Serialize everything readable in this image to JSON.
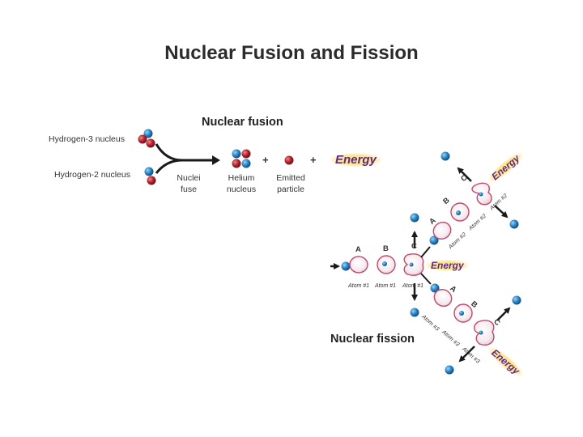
{
  "title": "Nuclear Fusion and Fission",
  "fusion": {
    "title": "Nuclear fusion",
    "hydrogen3": "Hydrogen-3 nucleus",
    "hydrogen2": "Hydrogen-2 nucleus",
    "nuclei_fuse": "Nuclei fuse",
    "helium_nucleus": "Helium nucleus",
    "emitted_particle": "Emitted particle",
    "plus": "+",
    "energy": "Energy"
  },
  "fission": {
    "title": "Nuclear fission",
    "energy": "Energy",
    "stage_a": "A",
    "stage_b": "B",
    "stage_c": "C",
    "atom1": "Atom #1",
    "atom2": "Atom #2",
    "atom3": "Atom #3"
  },
  "colors": {
    "neutron": "#2a86c8",
    "proton": "#b8232e",
    "nucleus_outline": "#c24a6a",
    "nucleus_fill": "#f6eef2",
    "arrow": "#1a1a1a",
    "energy_text": "#5a2a86",
    "energy_glow": "#ffe28a"
  }
}
